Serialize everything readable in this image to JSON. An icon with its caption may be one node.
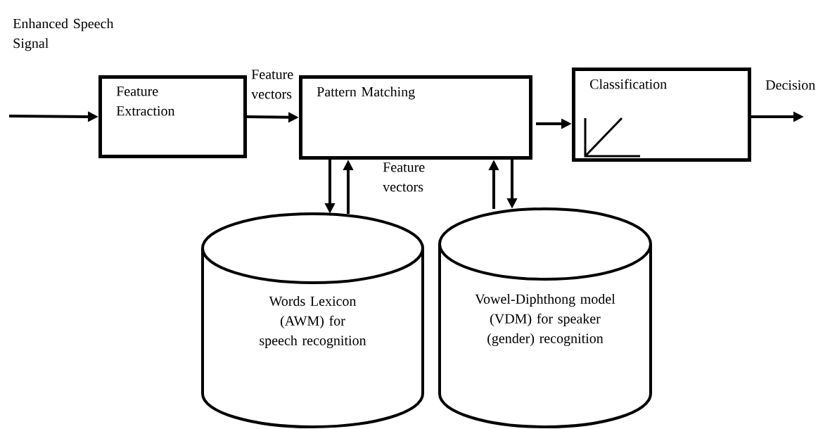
{
  "diagram": {
    "nodes": [
      {
        "text": [
          "Feature Extraction"
        ]
      },
      {
        "text": [
          "Pattern Matching"
        ]
      },
      {
        "text": [
          "Classification"
        ]
      },
      {
        "text": [
          "Words Lexicon (AWM) for speech recognition"
        ]
      },
      {
        "text": [
          "Vowel-Diphthong model (VDM) for speaker (gender) recognition"
        ]
      }
    ],
    "edges": [
      {
        "from": null,
        "to": 0,
        "arrow": "to",
        "label": "Enhanced Speech Signal"
      },
      {
        "from": 0,
        "to": 1,
        "arrow": "to",
        "label": "Feature vectors"
      },
      {
        "from": 1,
        "to": 2,
        "arrow": "to"
      },
      {
        "from": 2,
        "to": null,
        "arrow": "to",
        "label": "Decision"
      },
      {
        "from": 1,
        "to": 3,
        "arrow": "to"
      },
      {
        "from": 3,
        "to": 1,
        "arrow": "to",
        "label": "Feature vectors"
      },
      {
        "from": 4,
        "to": 1,
        "arrow": "to"
      },
      {
        "from": 1,
        "to": 4,
        "arrow": "to"
      }
    ]
  }
}
